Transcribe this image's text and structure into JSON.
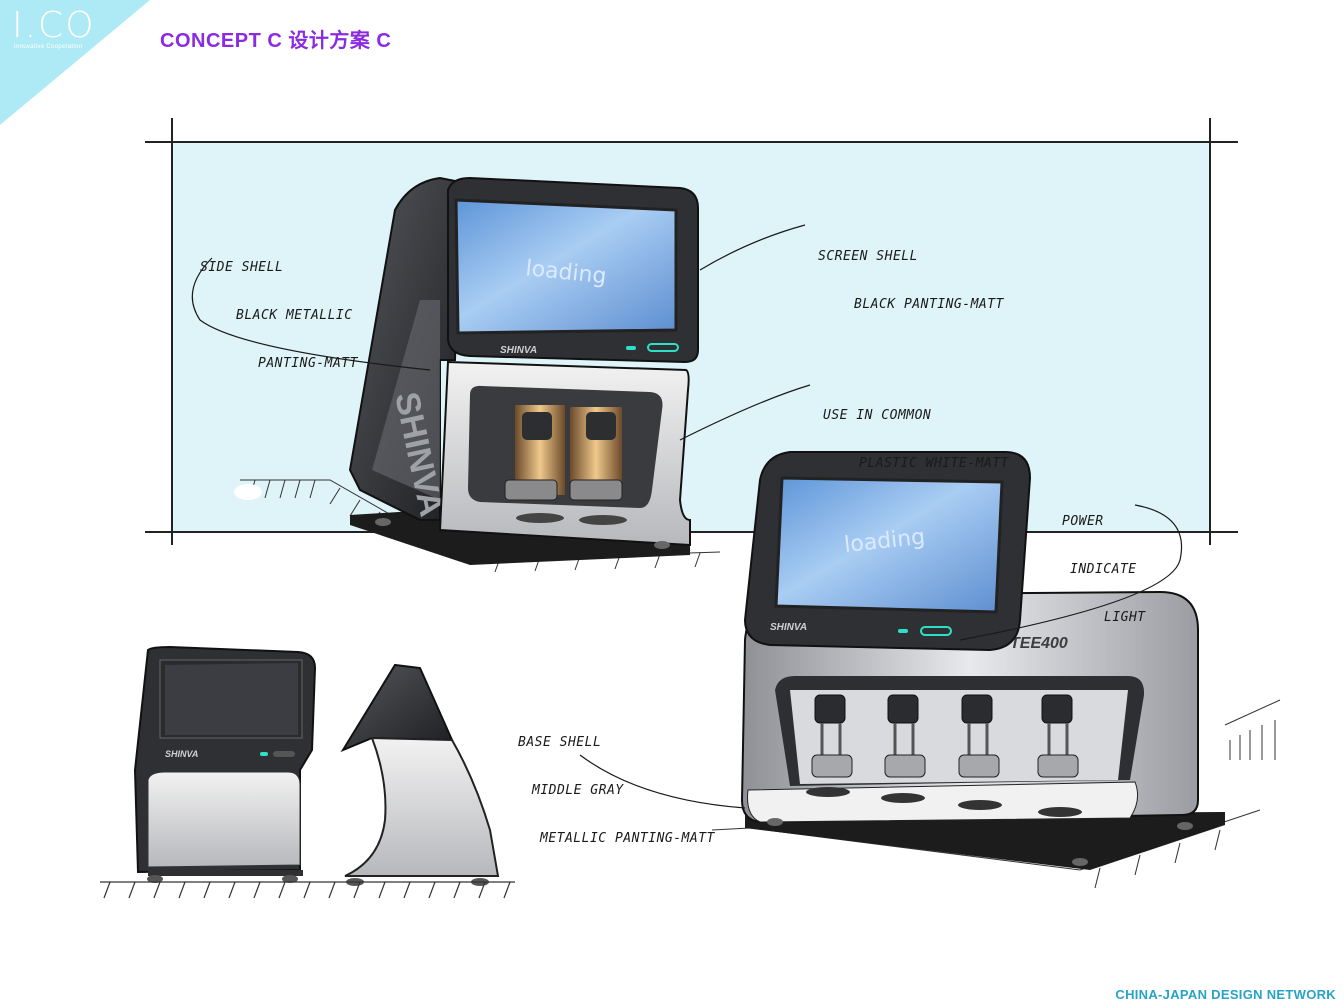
{
  "logo": {
    "text": "I.CO",
    "subtext": "Innovative Cooperation"
  },
  "title": "CONCEPT C  设计方案 C",
  "footer": "CHINA-JAPAN DESIGN NETWORK",
  "colors": {
    "accent_title": "#8a2be2",
    "logo_bg": "#aeeaf5",
    "backdrop": "#dff4f8",
    "footer": "#27a3c8",
    "screen": "#7fb0e6",
    "shell_dark": "#2e2f33",
    "indicator": "#2fe0c8"
  },
  "screen_label": "loading",
  "brand": "SHINVA",
  "model": "TEE400",
  "annotations": {
    "side_shell": [
      "SIDE SHELL",
      "BLACK METALLIC",
      "PANTING-MATT"
    ],
    "screen_shell": [
      "SCREEN SHELL",
      "BLACK PANTING-MATT"
    ],
    "use_in_common": [
      "USE IN COMMON",
      "PLASTIC WHITE-MATT"
    ],
    "power": [
      "POWER",
      "INDICATE",
      "LIGHT"
    ],
    "base_shell": [
      "BASE SHELL",
      "MIDDLE GRAY",
      "METALLIC PANTING-MATT"
    ]
  }
}
